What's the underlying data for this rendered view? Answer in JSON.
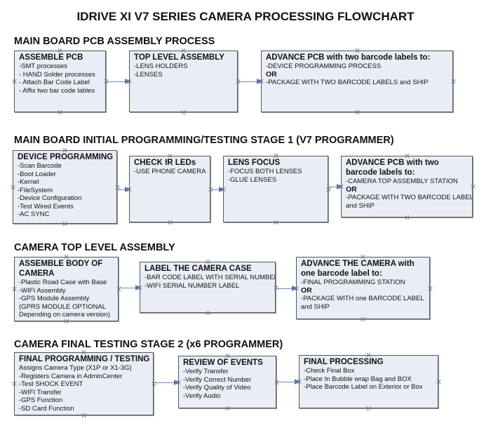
{
  "title": "IDRIVE XI V7 SERIES CAMERA PROCESSING FLOWCHART",
  "colors": {
    "box_fill": "#e9eef6",
    "box_border": "#555555",
    "arrow": "#7088b5"
  },
  "sections": [
    {
      "heading": "MAIN BOARD PCB ASSEMBLY PROCESS",
      "boxes": [
        {
          "heading": "ASSEMBLE PCB",
          "lines": [
            " -SMT processes",
            "- HAND Solder processes",
            "- Attach Bar Code Label",
            "- Affix two bar code lables"
          ]
        },
        {
          "heading": "TOP LEVEL ASSEMBLY",
          "lines": [
            "-LENS HOLDERS",
            "-LENSES"
          ]
        },
        {
          "heading": "ADVANCE PCB with two barcode labels to:",
          "lines": [
            "-DEVICE PROGRAMMING PROCESS",
            "OR",
            "-PACKAGE WITH TWO BARCODE LABELS and SHIP"
          ]
        }
      ]
    },
    {
      "heading": "MAIN BOARD INITIAL PROGRAMMING/TESTING STAGE 1 (V7 PROGRAMMER)",
      "boxes": [
        {
          "heading": "DEVICE PROGRAMMING",
          "lines": [
            "-Scan Barcode",
            "-Boot Loader",
            "-Kernel",
            "-FileSystem",
            "-Device Configuration",
            "-Test Wired Events",
            "-AC SYNC"
          ]
        },
        {
          "heading": "CHECK IR LEDs",
          "lines": [
            "-USE PHONE CAMERA"
          ]
        },
        {
          "heading": "LENS FOCUS",
          "lines": [
            "-FOCUS BOTH LENSES",
            "-GLUE LENSES"
          ]
        },
        {
          "heading": "ADVANCE PCB with two barcode labels to:",
          "lines": [
            "-CAMERA TOP ASSEMBLY STATION",
            "OR",
            "-PACKAGE WITH TWO BARCODE LABELS",
            "and SHIP"
          ]
        }
      ]
    },
    {
      "heading": "CAMERA TOP LEVEL ASSEMBLY",
      "boxes": [
        {
          "heading": "ASSEMBLE BODY OF CAMERA",
          "lines": [
            "-Plastic Road Case with Base",
            "-WIFI Assembly",
            "-GPS Module Assembly",
            "(GPRS MODULE OPTIONAL",
            "Depending on camera version)"
          ]
        },
        {
          "heading": "LABEL THE CAMERA CASE",
          "lines": [
            "-BAR CODE LABEL WITH SERIAL NUMBER",
            "-WIFI SERIAL NUMBER LABEL"
          ]
        },
        {
          "heading": "ADVANCE THE CAMERA with one barcode label to:",
          "lines": [
            "-FINAL PROGRAMMING STATION",
            " OR",
            "-PACKAGE WITH one BARCODE LABEL",
            "and SHIP"
          ]
        }
      ]
    },
    {
      "heading": "CAMERA FINAL TESTING STAGE 2 (x6 PROGRAMMER)",
      "boxes": [
        {
          "heading": "FINAL PROGRAMMING / TESTING",
          "lines": [
            "Assigns Camera Type (X1P or X1-3G)",
            "-Registers Camera in AdminCenter",
            "-Test SHOCK EVENT",
            "-WIFI Transfer",
            "-GPS Function",
            "-SD Card Function"
          ]
        },
        {
          "heading": "REVIEW OF EVENTS",
          "lines": [
            "-Verify Transfer",
            "-Verify Correct Number",
            "-Verify Quality of Video",
            "-Verify Audio"
          ]
        },
        {
          "heading": "FINAL PROCESSING",
          "lines": [
            " -Check Final Box",
            "-Place In Bubble wrap Bag and BOX",
            "-Place Barcode Label on Exterior or Box"
          ]
        }
      ]
    }
  ]
}
